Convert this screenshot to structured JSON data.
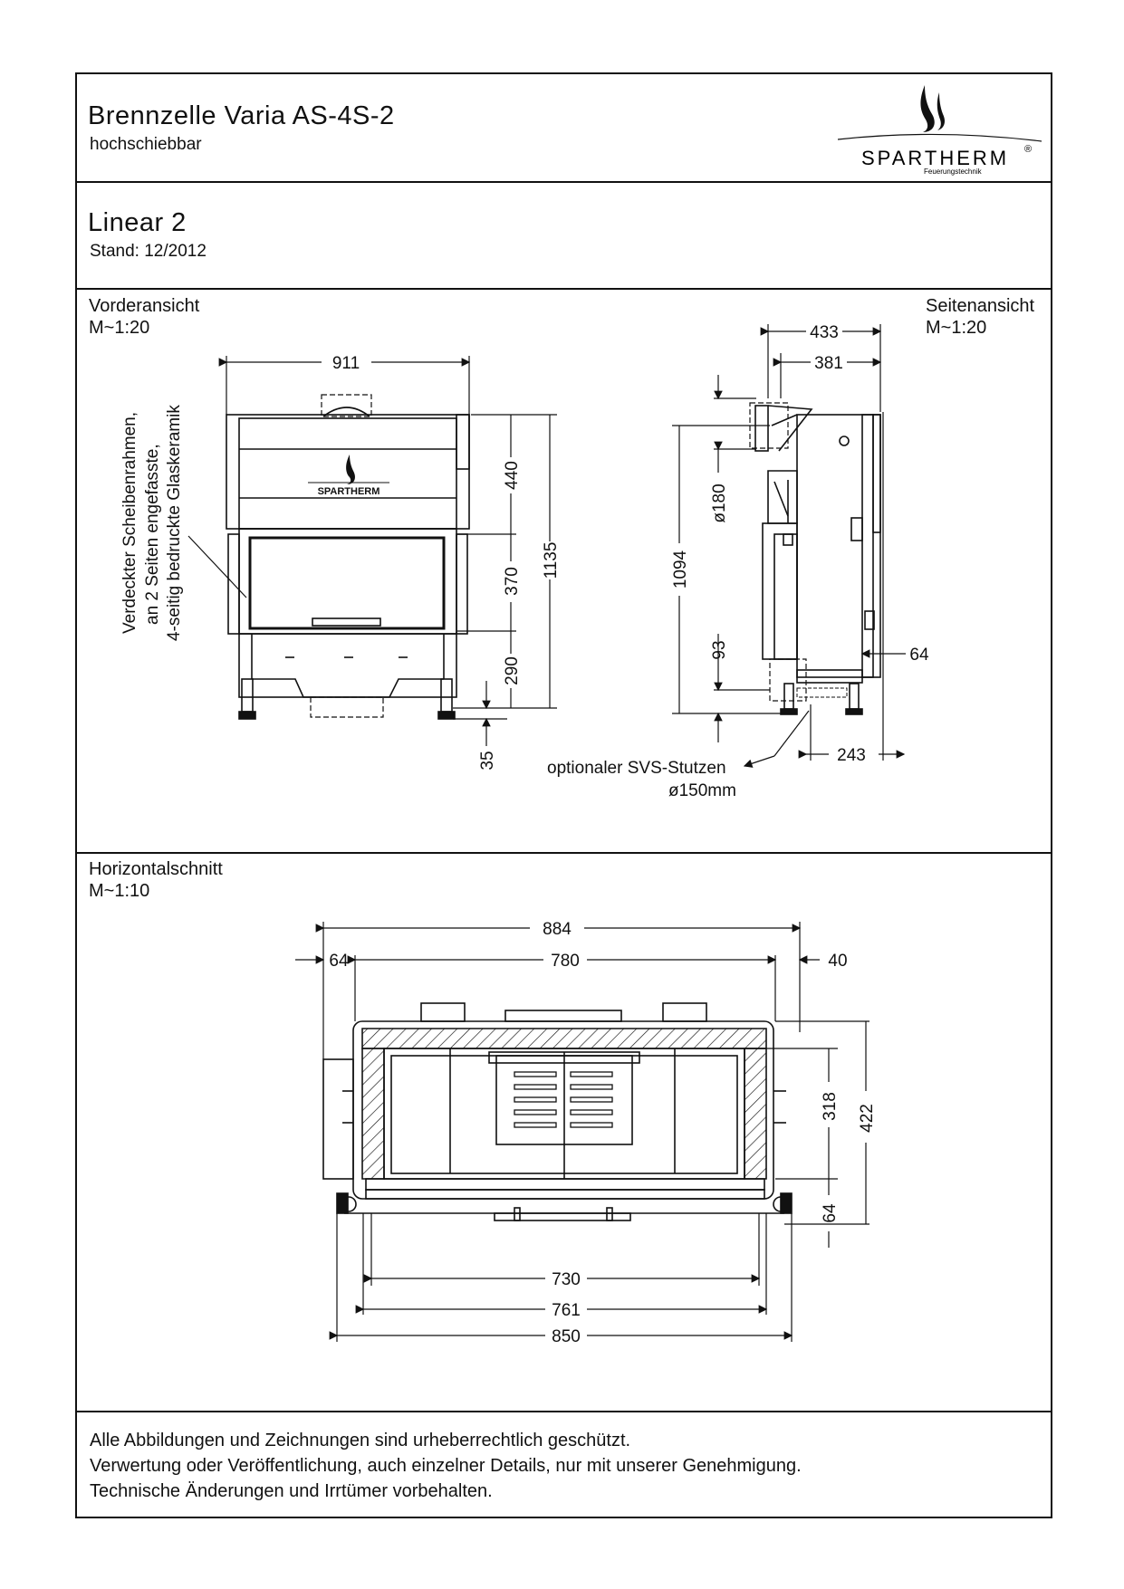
{
  "header": {
    "title": "Brennzelle Varia AS-4S-2",
    "subtitle": "hochschiebbar",
    "model": "Linear 2",
    "date": "Stand: 12/2012",
    "brand": "SPARTHERM",
    "brand_reg": "®",
    "brand_tagline": "Feuerungstechnik"
  },
  "front_view": {
    "label": "Vorderansicht",
    "scale": "M~1:20",
    "dims": {
      "width": "911",
      "h_top": "440",
      "h_glass": "370",
      "h_bottom": "290",
      "h_total": "1135",
      "h_feet": "35"
    },
    "logo_text": "SPARTHERM",
    "callout": [
      "Verdeckter Scheibenrahmen,",
      "an 2 Seiten engefasste,",
      "4-seitig bedruckte Glaskeramik"
    ]
  },
  "side_view": {
    "label": "Seitenansicht",
    "scale": "M~1:20",
    "dims": {
      "depth_total": "433",
      "depth_body": "381",
      "flue": "ø180",
      "height": "1094",
      "low": "93",
      "offset": "64",
      "svs_pos": "243"
    },
    "svs_label": "optionaler SVS-Stutzen",
    "svs_size": "ø150mm"
  },
  "horizontal": {
    "label": "Horizontalschnitt",
    "scale": "M~1:10",
    "dims": {
      "top_total": "884",
      "left": "64",
      "top_inner": "780",
      "right": "40",
      "depth_inner": "318",
      "depth_total": "422",
      "front": "64",
      "bottom_730": "730",
      "bottom_761": "761",
      "bottom_850": "850"
    }
  },
  "footer": {
    "line1": "Alle Abbildungen und Zeichnungen sind urheberrechtlich geschützt.",
    "line2": "Verwertung oder Veröffentlichung, auch einzelner Details, nur mit unserer Genehmigung.",
    "line3": "Technische Änderungen und Irrtümer vorbehalten."
  }
}
